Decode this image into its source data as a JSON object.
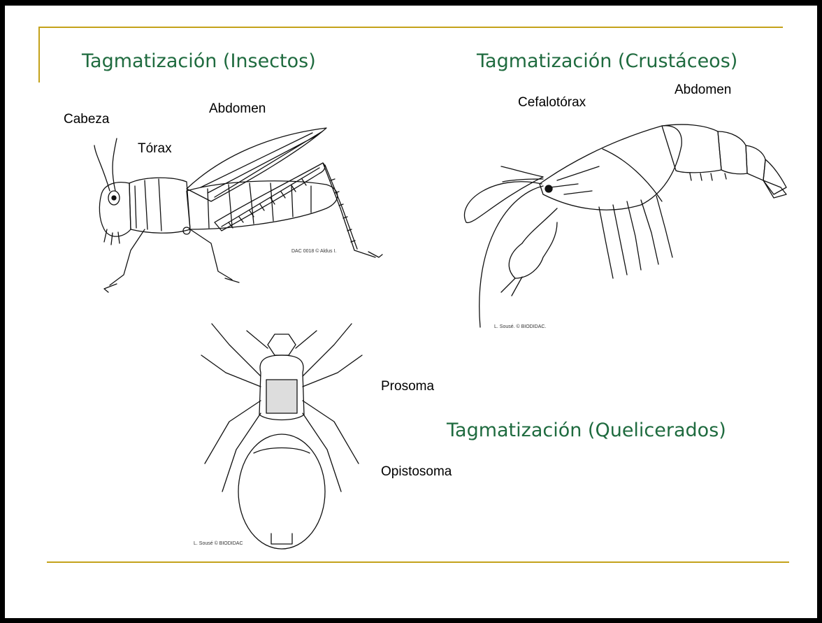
{
  "titles": {
    "insects": "Tagmatización (Insectos)",
    "crustaceans": "Tagmatización (Crustáceos)",
    "chelicerates": "Tagmatización (Quelicerados)"
  },
  "insect_labels": {
    "head": "Cabeza",
    "thorax": "Tórax",
    "abdomen": "Abdomen"
  },
  "crustacean_labels": {
    "cephalothorax": "Cefalotórax",
    "abdomen": "Abdomen"
  },
  "chelicerate_labels": {
    "prosoma": "Prosoma",
    "opisthosoma": "Opistosoma"
  },
  "credits": {
    "insect": "DAC 0018 © Aldus I.",
    "crustacean": "L. Sousé. © BIODIDAC.",
    "chelicerate": "L. Sousé © BIODIDAC"
  },
  "colors": {
    "title": "#1f6b3f",
    "rule": "#c4a21a",
    "frame": "#000000"
  }
}
